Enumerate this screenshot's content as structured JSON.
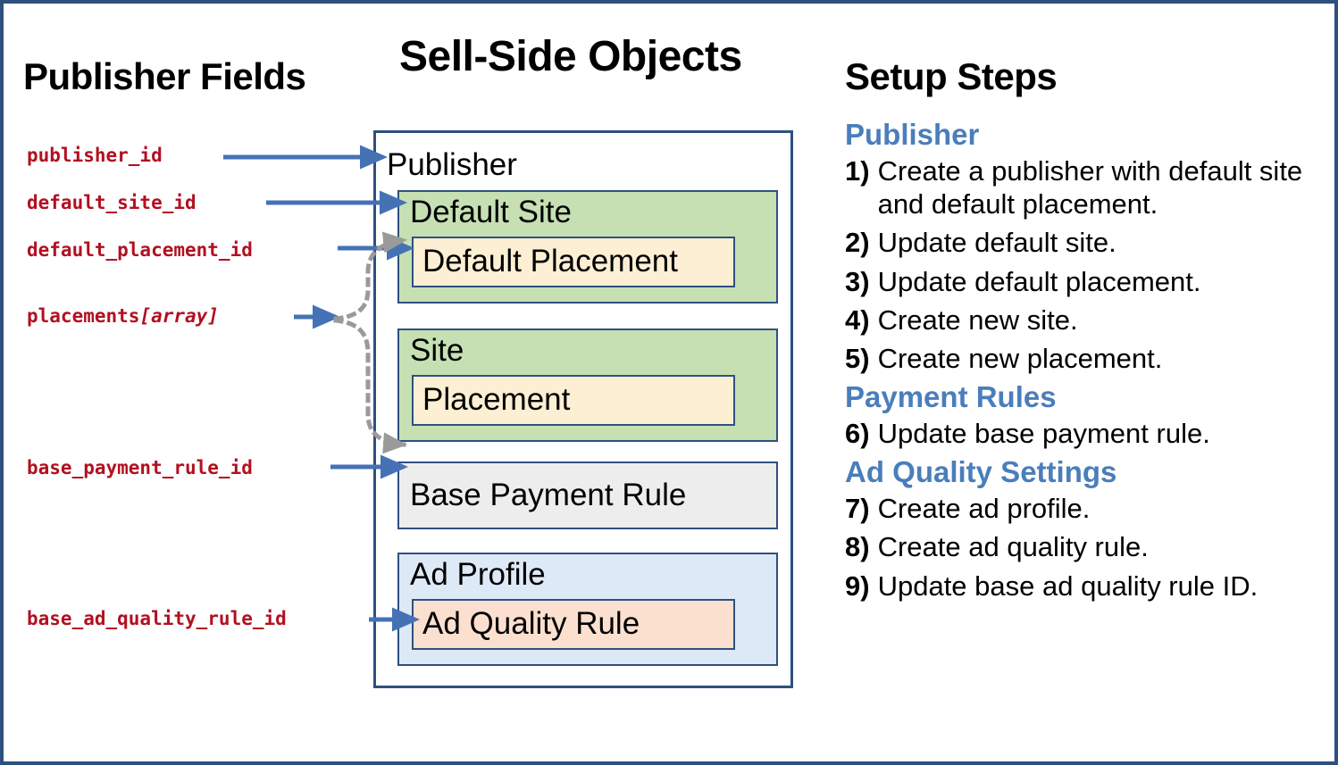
{
  "titles": {
    "left": "Publisher Fields",
    "center": "Sell-Side Objects",
    "right": "Setup Steps"
  },
  "publisher_fields": [
    {
      "name": "publisher_id",
      "suffix": ""
    },
    {
      "name": "default_site_id",
      "suffix": ""
    },
    {
      "name": "default_placement_id",
      "suffix": ""
    },
    {
      "name": "placements",
      "suffix": "[array]"
    },
    {
      "name": "base_payment_rule_id",
      "suffix": ""
    },
    {
      "name": "base_ad_quality_rule_id",
      "suffix": ""
    }
  ],
  "sell_side_objects": {
    "root": "Publisher",
    "default_site": "Default Site",
    "default_placement": "Default Placement",
    "site": "Site",
    "placement": "Placement",
    "base_payment_rule": "Base Payment Rule",
    "ad_profile": "Ad Profile",
    "ad_quality_rule": "Ad Quality Rule"
  },
  "setup_steps": {
    "sections": [
      {
        "heading": "Publisher",
        "steps": [
          {
            "num": "1)",
            "text": "Create a publisher with default site and default placement."
          },
          {
            "num": "2)",
            "text": "Update default site."
          },
          {
            "num": "3)",
            "text": "Update default placement."
          },
          {
            "num": "4)",
            "text": "Create new site."
          },
          {
            "num": "5)",
            "text": "Create new placement."
          }
        ]
      },
      {
        "heading": "Payment Rules",
        "steps": [
          {
            "num": "6)",
            "text": "Update base payment rule."
          }
        ]
      },
      {
        "heading": "Ad Quality Settings",
        "steps": [
          {
            "num": "7)",
            "text": "Create ad profile."
          },
          {
            "num": "8)",
            "text": "Create ad quality rule."
          },
          {
            "num": "9)",
            "text": "Update base ad quality rule ID."
          }
        ]
      }
    ]
  },
  "colors": {
    "field_text": "#B21020",
    "arrow": "#4472B5",
    "border": "#2E5080",
    "heading": "#4A7EBB",
    "site_fill": "#C6E0B4",
    "placement_fill": "#FDEFD3",
    "payment_fill": "#EDEDED",
    "ad_profile_fill": "#DEE9F7",
    "ad_quality_fill": "#FBE0D0"
  }
}
